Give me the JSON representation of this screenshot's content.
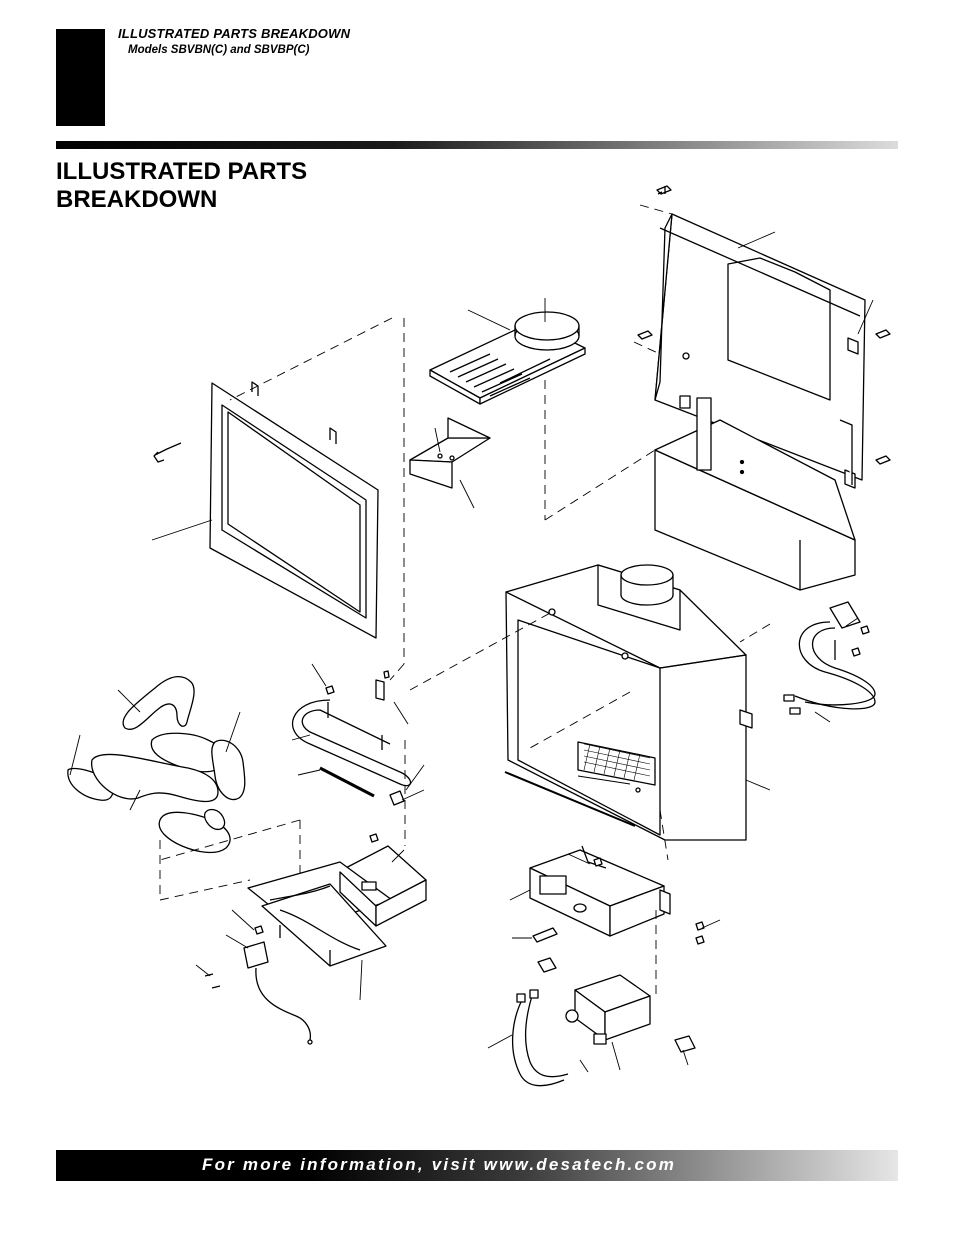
{
  "header": {
    "section_title": "ILLUSTRATED PARTS BREAKDOWN",
    "models": "Models SBVBN(C) and SBVBP(C)"
  },
  "page_title_line1": "ILLUSTRATED PARTS",
  "page_title_line2": "BREAKDOWN",
  "footer": {
    "text": "For more information, visit www.desatech.com"
  },
  "colors": {
    "ink": "#000000",
    "paper": "#ffffff"
  }
}
